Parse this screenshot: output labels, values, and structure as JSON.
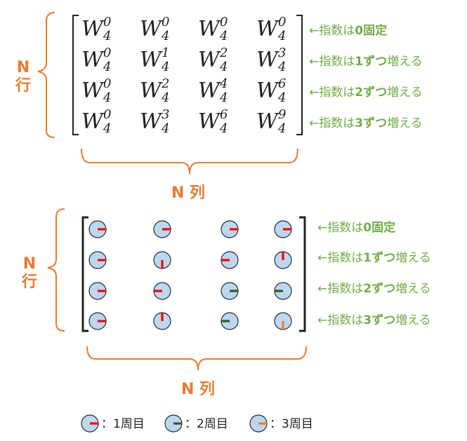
{
  "top_matrix": {
    "base": "W",
    "sub": "4",
    "exponents": [
      [
        "0",
        "0",
        "0",
        "0"
      ],
      [
        "0",
        "1",
        "2",
        "3"
      ],
      [
        "0",
        "2",
        "4",
        "6"
      ],
      [
        "0",
        "3",
        "6",
        "9"
      ]
    ]
  },
  "row_notes": [
    {
      "prefix": "←指数は",
      "bold": "0固定",
      "suffix": ""
    },
    {
      "prefix": "←指数は",
      "bold": "1ずつ",
      "suffix": "増える"
    },
    {
      "prefix": "←指数は",
      "bold": "2ずつ",
      "suffix": "増える"
    },
    {
      "prefix": "←指数は",
      "bold": "3ずつ",
      "suffix": "増える"
    }
  ],
  "labels": {
    "rows_n": "N",
    "rows_word": "行",
    "cols": "N 列"
  },
  "circle_matrix": [
    [
      {
        "angle": 0,
        "lap": 1
      },
      {
        "angle": 0,
        "lap": 1
      },
      {
        "angle": 0,
        "lap": 1
      },
      {
        "angle": 0,
        "lap": 1
      }
    ],
    [
      {
        "angle": 0,
        "lap": 1
      },
      {
        "angle": 90,
        "lap": 1
      },
      {
        "angle": 180,
        "lap": 1
      },
      {
        "angle": 270,
        "lap": 1
      }
    ],
    [
      {
        "angle": 0,
        "lap": 1
      },
      {
        "angle": 180,
        "lap": 1
      },
      {
        "angle": 0,
        "lap": 2
      },
      {
        "angle": 180,
        "lap": 2
      }
    ],
    [
      {
        "angle": 0,
        "lap": 1
      },
      {
        "angle": 270,
        "lap": 1
      },
      {
        "angle": 180,
        "lap": 2
      },
      {
        "angle": 90,
        "lap": 3
      }
    ]
  ],
  "legend": [
    {
      "lap": 1,
      "label": "：1周目"
    },
    {
      "lap": 2,
      "label": "：2周目"
    },
    {
      "lap": 3,
      "label": "：3周目"
    }
  ],
  "colors": {
    "orange": "#E97C30",
    "green_text": "#70AD47",
    "circle_fill": "#BDD7EE",
    "circle_stroke": "#1F2D3D",
    "lap1": "#FF0000",
    "lap2": "#375623",
    "lap3": "#ED7D31"
  }
}
